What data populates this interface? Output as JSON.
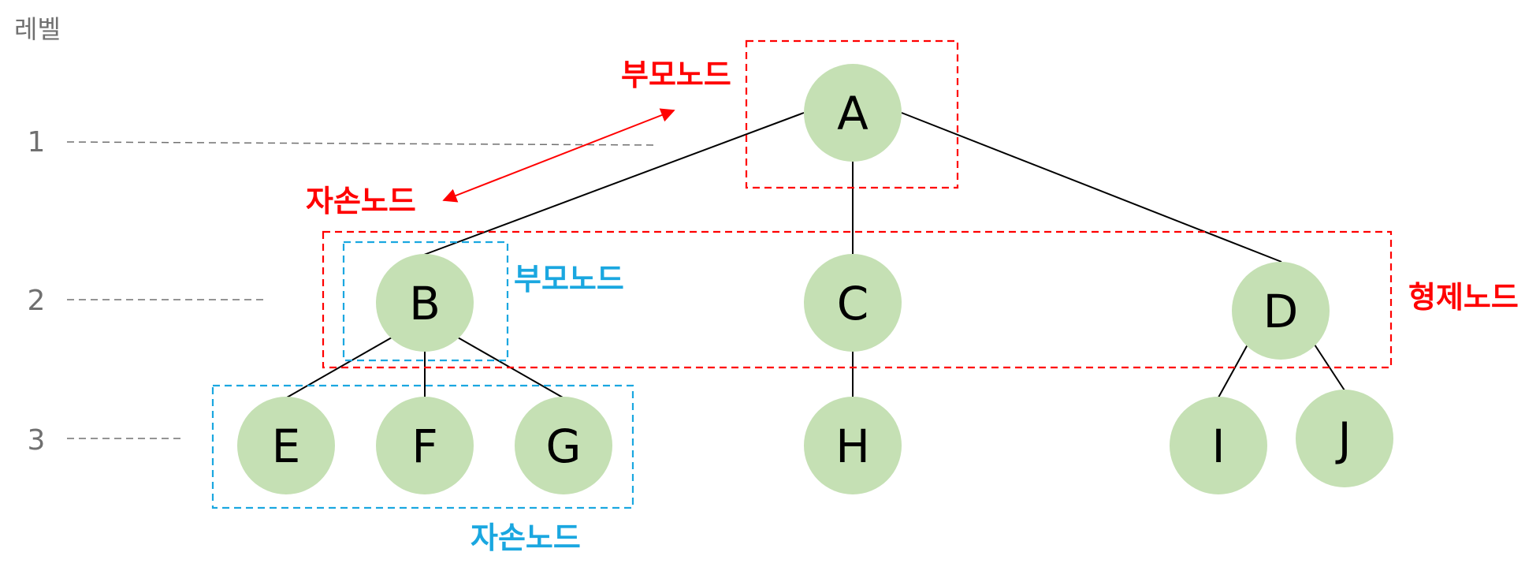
{
  "level_header": "레벨",
  "levels": [
    "1",
    "2",
    "3"
  ],
  "nodes": {
    "A": "A",
    "B": "B",
    "C": "C",
    "D": "D",
    "E": "E",
    "F": "F",
    "G": "G",
    "H": "H",
    "I": "I",
    "J": "J"
  },
  "annotations": {
    "red_parent": "부모노드",
    "red_child": "자손노드",
    "blue_parent": "부모노드",
    "blue_child": "자손노드",
    "siblings": "형제노드"
  },
  "colors": {
    "node_fill": "#c5e0b4",
    "edge": "#000000",
    "red": "#ff0000",
    "blue": "#1aa7e0",
    "level_text": "#707070",
    "level_line": "#707070"
  }
}
